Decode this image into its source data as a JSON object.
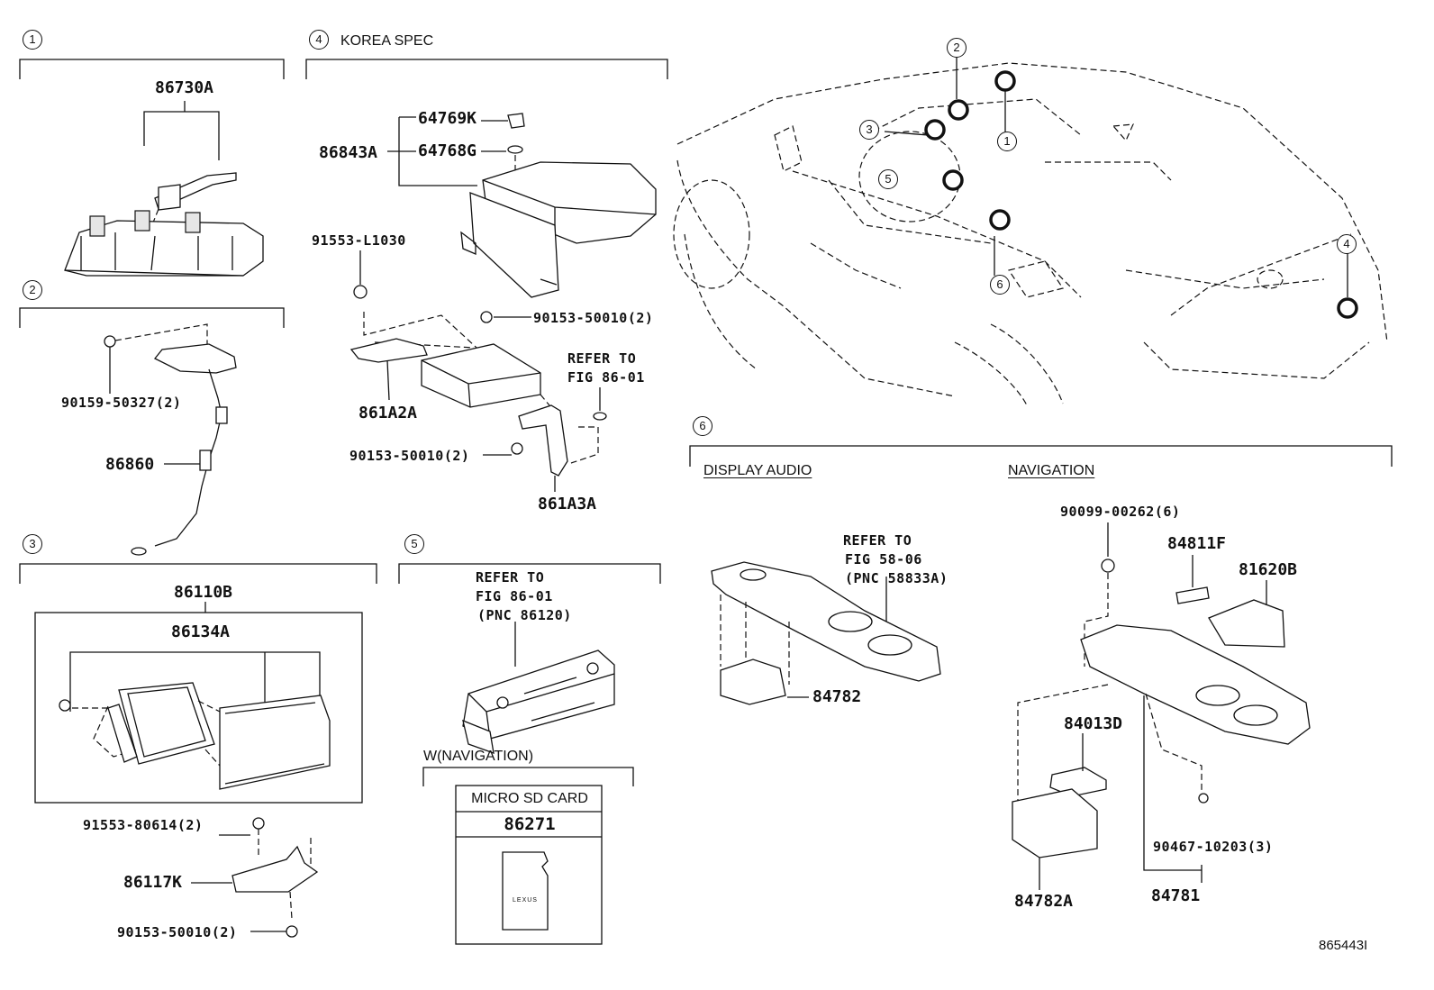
{
  "sections": [
    {
      "index": "1",
      "title": ""
    },
    {
      "index": "2",
      "title": ""
    },
    {
      "index": "3",
      "title": ""
    },
    {
      "index": "4",
      "title": "KOREA SPEC"
    },
    {
      "index": "5",
      "title": ""
    },
    {
      "index": "6",
      "title": ""
    }
  ],
  "subsections": {
    "display_audio": "DISPLAY AUDIO",
    "navigation": "NAVIGATION",
    "w_navigation": "W(NAVIGATION)"
  },
  "part_numbers": {
    "p86730A": "86730A",
    "p90159_50327": "90159-50327(2)",
    "p86860": "86860",
    "p86110B": "86110B",
    "p86134A": "86134A",
    "p91553_80614": "91553-80614(2)",
    "p86117K": "86117K",
    "p90153_50010_s3": "90153-50010(2)",
    "p64769K": "64769K",
    "p86843A": "86843A",
    "p64768G": "64768G",
    "p91553_L1030": "91553-L1030",
    "p90153_50010_a": "90153-50010(2)",
    "p861A2A": "861A2A",
    "p90153_50010_b": "90153-50010(2)",
    "p861A3A": "861A3A",
    "p86271": "86271",
    "p84782": "84782",
    "p90099_00262": "90099-00262(6)",
    "p84811F": "84811F",
    "p81620B": "81620B",
    "p84013D": "84013D",
    "p90467_10203": "90467-10203(3)",
    "p84782A": "84782A",
    "p84781": "84781"
  },
  "references": {
    "ref4_line1": "REFER TO",
    "ref4_line2": "FIG 86-01",
    "ref5_line1": "REFER TO",
    "ref5_line2": "FIG 86-01",
    "ref5_line3": "(PNC 86120)",
    "ref6_line1": "REFER TO",
    "ref6_line2": "FIG 58-06",
    "ref6_line3": "(PNC 58833A)"
  },
  "micro_sd_card": {
    "header": "MICRO SD CARD",
    "logo_text": "LEXUS"
  },
  "car_callouts": [
    "1",
    "2",
    "3",
    "4",
    "5",
    "6"
  ],
  "figure_id": "865443I"
}
